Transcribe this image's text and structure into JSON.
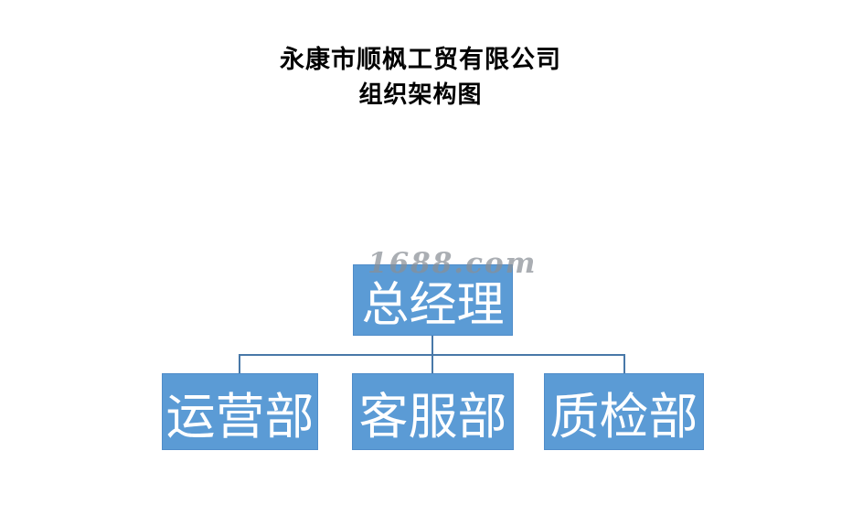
{
  "header": {
    "title": "永康市顺枫工贸有限公司",
    "subtitle": "组织架构图"
  },
  "watermark": {
    "text": "1688.com"
  },
  "org_chart": {
    "root": {
      "label": "总经理"
    },
    "children": [
      {
        "label": "运营部"
      },
      {
        "label": "客服部"
      },
      {
        "label": "质检部"
      }
    ]
  },
  "theme": {
    "background": "#ffffff",
    "title_color": "#000000",
    "box_fill": "#5b9bd5",
    "box_border": "#4f8cc9",
    "box_text": "#ffffff",
    "connector": "#4878a8",
    "watermark_color": "#8a8f96"
  }
}
